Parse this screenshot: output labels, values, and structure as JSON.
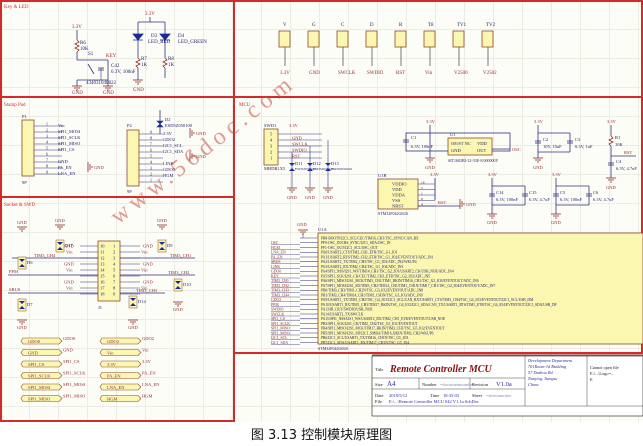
{
  "caption": "图 3.13 控制模块原理图",
  "watermark": "www.56doc.com",
  "colors": {
    "frame": "#d42a2a",
    "wire": "#31317e",
    "net": "#8b2b2b",
    "body_fill": "#fbf7b0",
    "body_stroke": "#8b4b2b",
    "diode": "#1a2a9a",
    "text_dark": "#1a1a6a"
  },
  "sections": {
    "key_led": "Key & LED",
    "stamp_pad": "Stamp Pad",
    "socket_swd": "Socket & SWD",
    "mcu": "MCU"
  },
  "key_led": {
    "power_led": "3.3V",
    "power_key": "3.3V",
    "r6": {
      "ref": "R6",
      "value": "10K"
    },
    "s1": {
      "ref": "S1",
      "part": "434031048822",
      "pin1": "1",
      "pin2": "2",
      "pin3": "3",
      "pin4": "4"
    },
    "key_net": "KEY",
    "c42": {
      "ref": "C42",
      "value": "6.3V, 100nF"
    },
    "d3": {
      "ref": "D3",
      "value": "LED_RED"
    },
    "d4": {
      "ref": "D4",
      "value": "LED_GREEN"
    },
    "r7": {
      "ref": "R7",
      "value": "1K"
    },
    "r8": {
      "ref": "R8",
      "value": "1K"
    },
    "gnd": "GND"
  },
  "testpoints": [
    {
      "label": "V",
      "net": "3.3V"
    },
    {
      "label": "G",
      "net": "GND"
    },
    {
      "label": "C",
      "net": "SWCLK"
    },
    {
      "label": "D",
      "net": "SWDIO"
    },
    {
      "label": "R",
      "net": "RST"
    },
    {
      "label": "T8",
      "net": "Vin"
    },
    {
      "label": "TV1",
      "net": "V2500"
    },
    {
      "label": "TV2",
      "net": "V2502"
    }
  ],
  "stamp_pad": {
    "p1": {
      "ref": "P1",
      "footer": "9P",
      "pins": [
        "1",
        "2",
        "3",
        "4",
        "5",
        "6",
        "7",
        "8",
        "9"
      ],
      "nets": [
        "Vin",
        "SPI1_MOSI",
        "SPI1_SCLK",
        "SPI1_MISO",
        "SPI1_CS",
        "",
        "GND",
        "PA_EN",
        "LNA_EN"
      ]
    },
    "p2": {
      "ref": "P2",
      "footer": "9P",
      "pins": [
        "9",
        "8",
        "7",
        "6",
        "5",
        "4",
        "3",
        "2",
        "1"
      ],
      "nets": [
        "3.3V",
        "GDO2",
        "I2C1_SCL",
        "I2C1_SDA",
        "",
        "LINK",
        "GDO0",
        "HGM"
      ]
    },
    "d2": {
      "ref": "D2",
      "value": "ESD5Z050100"
    },
    "gnd": "GND"
  },
  "socket": {
    "j1": {
      "ref": "J1",
      "left_pins": [
        "10",
        "11",
        "12",
        "13",
        "14",
        "15",
        "16",
        "17",
        "18"
      ],
      "right_pins": [
        "1",
        "2",
        "3",
        "4",
        "5",
        "6",
        "7",
        "8",
        "9"
      ]
    },
    "nets": [
      "GND",
      "Vin",
      "TIM3_CH4",
      "TIM3_CH1",
      "TIM3_CH2",
      "TIM3_CH3",
      "PPM",
      "SBUS"
    ],
    "diodes": [
      "D6",
      "D7",
      "D9",
      "D10",
      "D14",
      "D17"
    ],
    "gnd": "GND"
  },
  "ports_left": [
    {
      "port": "GDO0",
      "net": "GDO0"
    },
    {
      "port": "GND",
      "net": "GND"
    },
    {
      "port": "SPI1_CS",
      "net": "SPI1_CS"
    },
    {
      "port": "SPI1_SCLK",
      "net": "SPI1_SCLK"
    },
    {
      "port": "SPI1_MOSI",
      "net": "SPI1_MOSI"
    },
    {
      "port": "SPI1_MISO",
      "net": "SPI1_MISO"
    }
  ],
  "ports_right": [
    {
      "port": "GDO2",
      "net": "GDO2"
    },
    {
      "port": "Vin",
      "net": "Vin"
    },
    {
      "port": "3.3V",
      "net": "3.3V"
    },
    {
      "port": "PA_EN",
      "net": "PA_EN"
    },
    {
      "port": "LNA_EN",
      "net": "LNA_EN"
    },
    {
      "port": "HGM",
      "net": "HGM"
    }
  ],
  "mcu": {
    "swd1": {
      "ref": "SWD1",
      "part": "MHDR1X5",
      "pins": [
        "5",
        "4",
        "3",
        "2",
        "1"
      ],
      "nets": [
        "3.3V",
        "GND",
        "SWCLK",
        "SWDIO",
        "RST"
      ]
    },
    "swd_diodes": [
      {
        "ref": "D11",
        "value": "ESD5Z050100"
      },
      {
        "ref": "D12",
        "value": "ESD5Z050100"
      },
      {
        "ref": "D13",
        "value": "ESD5Z050100"
      }
    ],
    "u1": {
      "ref": "U1",
      "part": "SIT1602BI-12-33E-8.000000Y",
      "pins": [
        "OE/ST NC",
        "GND",
        "VDD",
        "OUT"
      ],
      "pin_nums": [
        "1",
        "2",
        "4",
        "3"
      ],
      "out_net": "OSC"
    },
    "c1": {
      "ref": "C1",
      "value": "6.3V, 100nF"
    },
    "c2": {
      "ref": "C2",
      "value": "10V, 10uF"
    },
    "c3": {
      "ref": "C3",
      "value": "6.3V, 1uF"
    },
    "r1": {
      "ref": "R1",
      "value": "10K"
    },
    "c4": {
      "ref": "C4",
      "value": "6.3V, 4.7uF"
    },
    "rst_net": "RST",
    "u1b": {
      "ref": "U1B",
      "part": "STM32F042G6U6",
      "pins": [
        "VDDIO",
        "VDD",
        "VDDA",
        "VSS",
        "NRST"
      ],
      "pin_nums": [
        "18",
        "5",
        "1",
        "8",
        "4"
      ]
    },
    "c14": {
      "ref": "C14",
      "value": "6.3V, 100nF"
    },
    "c15": {
      "ref": "C15",
      "value": "6.3V, 4.7uF"
    },
    "c5": {
      "ref": "C5",
      "value": "6.3V, 100nF"
    },
    "c6": {
      "ref": "C6",
      "value": "6.3V, 4.7uF"
    },
    "power": "3.3V",
    "gnd": "GND"
  },
  "u1a": {
    "ref": "U1A",
    "part": "STM32F042G6U6",
    "left_nets": [
      "",
      "OSC",
      "HGM",
      "LNA_EN",
      "PA_EN",
      "SBUS",
      "LINK",
      "GDO0",
      "KEY",
      "TIM3_CH1",
      "TIM3_CH2",
      "TIM3_CH3",
      "TIM3_CH4",
      "GDO2",
      "PPM",
      "SWDIO",
      "SWCLK",
      "SPI1_CS",
      "SPI1_SCLK",
      "SPI1_MISO",
      "SPI1_MOSI",
      "I2C1_SCL",
      "I2C1_SDA"
    ],
    "pins": [
      "PB8-BOOT0/I2C1_SCL/CEC/TIM16_CH1/TSC_SYNC/CAN_RX",
      "PF0-OSC_IN/CRS_SYNC/I2C1_SDA/OSC_IN",
      "PF1-OSC_OUT/I2C1_SCL/OSC_OUT",
      "PA0/USART2_CTS/TIM2_CH1_ETR/TSC_G1_IO1",
      "PA1/USART2_RTS/TIM2_CH2_ETR/TSC_G1_IO2/EVENTOUT/ADC_IN1",
      "PA2/USART2_TX/TIM2_CH3/TSC_G1_IO3/ADC_IN2/WKUP4",
      "PA3/USART2_RX/TIM2_CH4/TSC_G1_IO4/ADC_IN3",
      "PA4/SPI1_NSS/I2S1_WS/TIM14_CH1/TSC_G2_IO1/USART2_CK/USB_NOE/ADC_IN4",
      "PA5/SPI1_SCK/I2S1_CK/CEC/TIM2_CH1_ETR/TSC_G2_IO2/ADC_IN5",
      "PA6/SPI1_MISO/I2S1_MCK/TIM3_CH1/TIM1_BKIN/TIM16_CH1/TSC_G2_IO3/EVENTOUT/ADC_IN6",
      "PA7/SPI1_MOSI/I2S1_SD/TIM3_CH2/TIM14_CH1/TIM1_CH1N/TIM17_CH1/TSC_G2_IO4/EVENTOUT/ADC_IN7",
      "PB0/TIM3_CH3/TIM1_CH2N/TSC_G3_IO2/EVENTOUT/ADC_IN8",
      "PB1/TIM3_CH4/TIM14_CH1/TIM1_CH3N/TSC_G3_IO3/ADC_IN9",
      "PA9/USART1_TX/TIM1_CH2/TSC_G4_IO1/I2C1_SCL/CAN_RX/USART1_CTS/TIM3_CH4/TSC_G4_IO3/EVENTOUT/I2C1_SCL/USB_DM",
      "PA10/USART1_RX/TIM1_CH3/TIM17_BKIN/TSC_G4_IO2/I2C1_SDA/CAN_TX/USART1_RTS/TIM1_ETR/TSC_G4_IO4/EVENTOUT/I2C1_SDA/USB_DP",
      "PA13/IR_OUT/SWDIO/USB_NOE",
      "PA14/USART2_TX/SWCLK",
      "PA15/SPI1_NSS/I2S1_WS/USART2_RX/TIM2_CH1_ETR/EVENTOUT/USB_NOE",
      "PB3/SPI1_SCK/I2S1_CK/TIM2_CH2/TSC_G5_IO1/EVENTOUT",
      "PB4/SPI1_MISO/I2S1_MCK/TIM17_BKIN/TIM3_CH1/TSC_G5_IO2/EVENTOUT",
      "PB5/SPI1_MOSI/I2S1_SD/I2C1_SMBA/TIM16_BKIN/TIM3_CH2/WKUP6",
      "PB6/I2C1_SCL/USART1_TX/TIM16_CH1N/TSC_G5_IO3",
      "PB7/I2C1_SDA/USART1_RX/TIM17_CH1N/TSC_G5_IO4"
    ]
  },
  "title_block": {
    "title_label": "Title",
    "title": "Remote Controller MCU",
    "size_label": "Size",
    "size": "A4",
    "number_label": "Number",
    "number": "=documentnumber",
    "revision_label": "Revision",
    "revision": "V1.0a",
    "date_label": "Date",
    "date": "2018/5/12",
    "time_label": "Time",
    "time": "18:35:03",
    "sheet_label": "Sheet",
    "sheet": "=sheetnumber",
    "file_label": "File",
    "file": "E:\\...\\Remote Controller MCU 042 V1.1a.SchDoc",
    "address": [
      "Development Department",
      "701Room-1# Building",
      "57 Dazhou Rd",
      "Nanjing, Jiangsu",
      "China"
    ],
    "logo_error": [
      "Cannot open file",
      "E:\\...\\Logo=...",
      "E"
    ]
  }
}
